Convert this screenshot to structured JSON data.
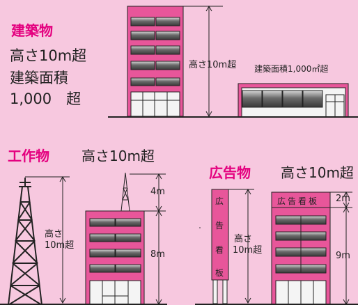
{
  "section1": {
    "heading": "建築物",
    "line1": "高さ10m超",
    "line2": "建築面積",
    "line3": "1,000　超",
    "height_label": "高さ10m超",
    "area_label": "建築面積1,000㎡超"
  },
  "section2": {
    "heading": "工作物",
    "subtitle": "高さ10m超",
    "tower_height_label_1": "高さ",
    "tower_height_label_2": "10m超",
    "top_label": "4m",
    "building_label": "8m"
  },
  "section3": {
    "heading": "広告物",
    "subtitle": "高さ10m超",
    "pole_sign_chars": [
      "広",
      "告",
      "看",
      "板"
    ],
    "height_label_1": "高さ",
    "height_label_2": "10m超",
    "roof_sign": "広告看板",
    "top_label": "2m",
    "building_label": "9m"
  },
  "colors": {
    "background": "#f7c8df",
    "accent": "#e4007f",
    "building": "#e8569a",
    "window": "#666666"
  }
}
